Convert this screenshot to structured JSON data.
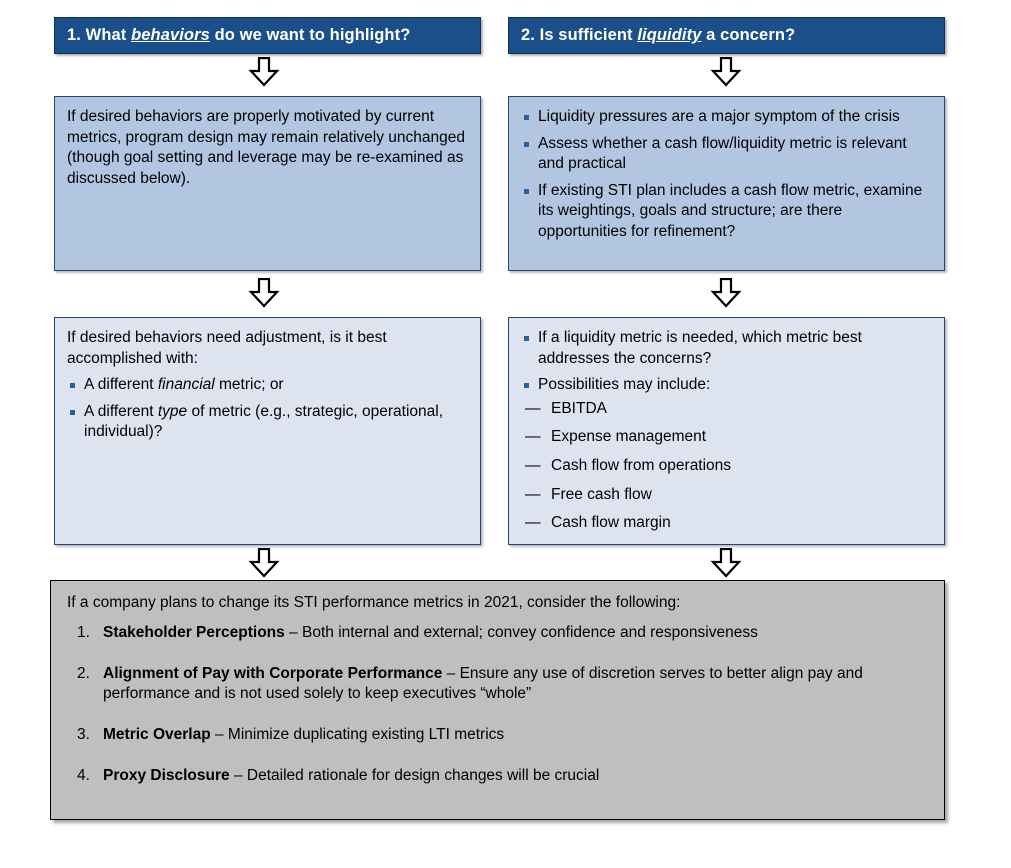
{
  "slide": {
    "columns": [
      {
        "id": "behaviors",
        "header": {
          "number": "1.",
          "before": " What ",
          "emphasis": "behaviors",
          "after": " do we want to highlight?",
          "full": "1. What behaviors do we want to highlight?"
        },
        "boxes": [
          {
            "id": "box-1a",
            "shade": "dark",
            "paragraph": "If desired behaviors are properly motivated by current metrics, program design may remain relatively unchanged (though goal setting and leverage may be re-examined as discussed below)."
          },
          {
            "id": "box-1b",
            "shade": "light",
            "paragraph": "If desired behaviors need adjustment, is it best accomplished with:",
            "bullets": [
              {
                "pre": "A different ",
                "italic": "financial",
                "post": " metric; or"
              },
              {
                "pre": "A different ",
                "italic": "type",
                "post": " of metric (e.g., strategic, operational, individual)?"
              }
            ]
          }
        ]
      },
      {
        "id": "liquidity",
        "header": {
          "number": "2.",
          "before": " Is sufficient ",
          "emphasis": "liquidity",
          "after": " a concern?",
          "full": "2. Is sufficient liquidity a concern?"
        },
        "boxes": [
          {
            "id": "box-2a",
            "shade": "dark",
            "bullets": [
              "Liquidity pressures are a major symptom of the crisis",
              "Assess whether a cash flow/liquidity metric is relevant and practical",
              "If existing STI plan includes a cash flow metric, examine its weightings, goals and structure; are there opportunities for refinement?"
            ]
          },
          {
            "id": "box-2b",
            "shade": "light",
            "bullets": [
              "If a liquidity metric is needed, which metric best addresses the concerns?",
              "Possibilities may include:"
            ],
            "sub_bullets": [
              "EBITDA",
              "Expense management",
              "Cash flow from operations",
              "Free cash flow",
              "Cash flow margin"
            ]
          }
        ]
      }
    ],
    "summary": {
      "id": "summary-box",
      "intro": "If a company plans to change its STI performance metrics in 2021, consider the following:",
      "items": [
        {
          "number": "1.",
          "title": "Stakeholder Perceptions",
          "body": " – Both internal and external; convey confidence and responsiveness"
        },
        {
          "number": "2.",
          "title": "Alignment of Pay with Corporate Performance",
          "body": " – Ensure any use of discretion serves to better align pay and performance and is not used solely to keep executives “whole”"
        },
        {
          "number": "3.",
          "title": "Metric Overlap",
          "body": " – Minimize duplicating existing LTI metrics"
        },
        {
          "number": "4.",
          "title": "Proxy Disclosure",
          "body": " – Detailed rationale for design changes will be crucial"
        }
      ]
    },
    "arrows": [
      {
        "id": "arrow-1",
        "label": "down-arrow"
      },
      {
        "id": "arrow-2",
        "label": "down-arrow"
      },
      {
        "id": "arrow-3",
        "label": "down-arrow"
      },
      {
        "id": "arrow-4",
        "label": "down-arrow"
      },
      {
        "id": "arrow-5",
        "label": "down-arrow"
      },
      {
        "id": "arrow-6",
        "label": "down-arrow"
      }
    ],
    "colors": {
      "header_blue": "#1b4f8a",
      "box_dark": "#b2c6e2",
      "box_light": "#dde4f0",
      "summary_gray": "#bfbfbf",
      "bullet_blue": "#2b5fa4"
    }
  }
}
